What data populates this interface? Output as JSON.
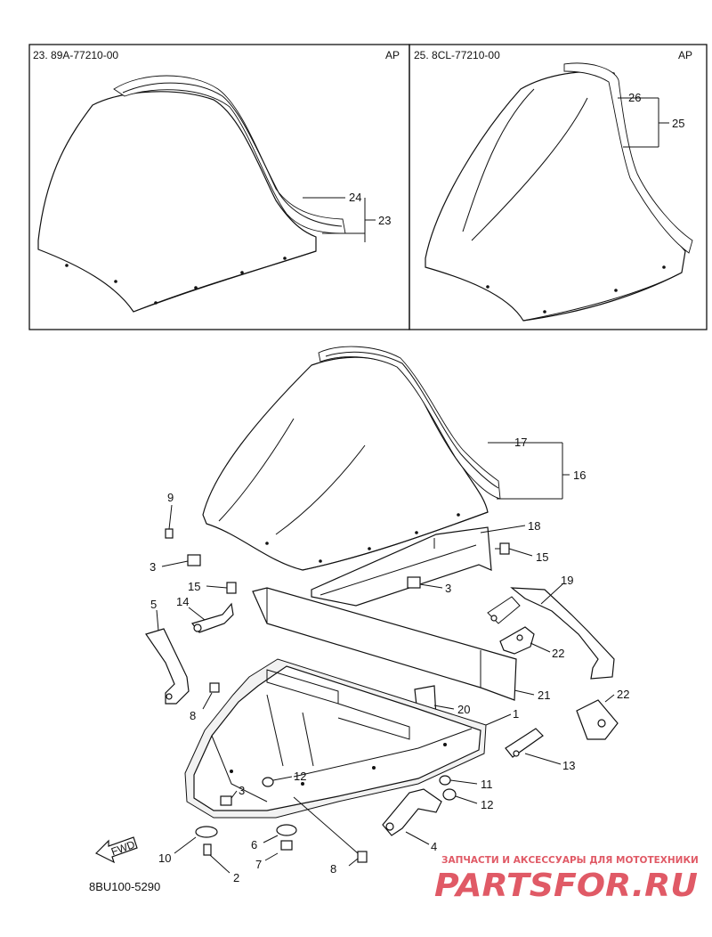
{
  "panels": [
    {
      "code": "23. 89A-77210-00",
      "tag": "AP",
      "labels": [
        "24",
        "23"
      ]
    },
    {
      "code": "25. 8CL-77210-00",
      "tag": "AP",
      "labels": [
        "26",
        "25"
      ]
    }
  ],
  "callouts": [
    "17",
    "16",
    "18",
    "15",
    "9",
    "3",
    "15",
    "3",
    "14",
    "19",
    "5",
    "22",
    "21",
    "8",
    "22",
    "20",
    "1",
    "13",
    "12",
    "11",
    "3",
    "12",
    "10",
    "6",
    "4",
    "7",
    "2",
    "8"
  ],
  "fwd_label": "FWD",
  "diagram_code": "8BU100-5290",
  "watermark": {
    "tagline": "ЗАПЧАСТИ И АКСЕССУАРЫ ДЛЯ МОТОТЕХНИКИ",
    "logo": "PARTSFOR.RU",
    "color": "#e05a66"
  }
}
